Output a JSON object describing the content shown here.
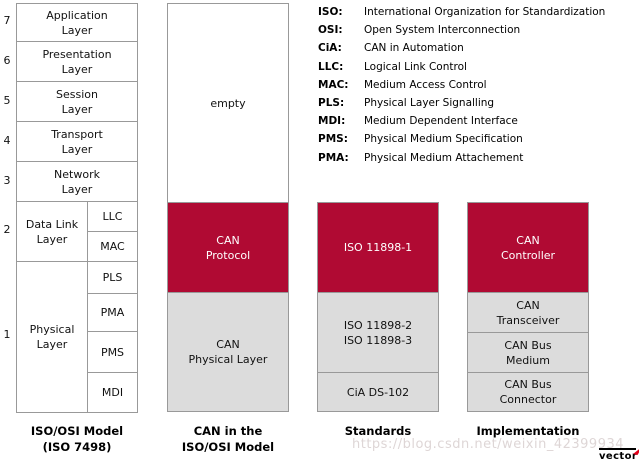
{
  "colors": {
    "box_red": "#b00a33",
    "box_gray": "#dcdcdc",
    "border_gray": "#999999",
    "logo_arrow_red": "#e2001a",
    "watermark_gray": "#ded6d6"
  },
  "osi": {
    "numbers": [
      "7",
      "6",
      "5",
      "4",
      "3",
      "2",
      "1"
    ],
    "layers": [
      "Application\nLayer",
      "Presentation\nLayer",
      "Session\nLayer",
      "Transport\nLayer",
      "Network\nLayer"
    ],
    "datalink": "Data Link\nLayer",
    "llc": "LLC",
    "mac": "MAC",
    "physical": "Physical\nLayer",
    "pls": "PLS",
    "pma": "PMA",
    "pms": "PMS",
    "mdi": "MDI",
    "caption": "ISO/OSI Model\n(ISO 7498)"
  },
  "can_column": {
    "empty": "empty",
    "protocol": "CAN\nProtocol",
    "physical": "CAN\nPhysical Layer",
    "caption": "CAN in the\nISO/OSI Model"
  },
  "standards": {
    "iso1": "ISO 11898-1",
    "iso23": "ISO 11898-2\nISO 11898-3",
    "cia": "CiA DS-102",
    "caption": "Standards"
  },
  "implementation": {
    "controller": "CAN\nController",
    "transceiver": "CAN\nTransceiver",
    "medium": "CAN Bus\nMedium",
    "connector": "CAN Bus\nConnector",
    "caption": "Implementation"
  },
  "legend": {
    "items": [
      {
        "abbr": "ISO:",
        "def": "International Organization for Standardization"
      },
      {
        "abbr": "OSI:",
        "def": "Open System Interconnection"
      },
      {
        "abbr": "CiA:",
        "def": "CAN in Automation"
      },
      {
        "abbr": "LLC:",
        "def": "Logical Link Control"
      },
      {
        "abbr": "MAC:",
        "def": "Medium Access Control"
      },
      {
        "abbr": "PLS:",
        "def": "Physical Layer Signalling"
      },
      {
        "abbr": "MDI:",
        "def": "Medium Dependent Interface"
      },
      {
        "abbr": "PMS:",
        "def": "Physical Medium Specification"
      },
      {
        "abbr": "PMA:",
        "def": "Physical Medium Attachement"
      }
    ]
  },
  "watermark": "https://blog.csdn.net/weixin_42399934",
  "logo": {
    "text": "vector"
  }
}
